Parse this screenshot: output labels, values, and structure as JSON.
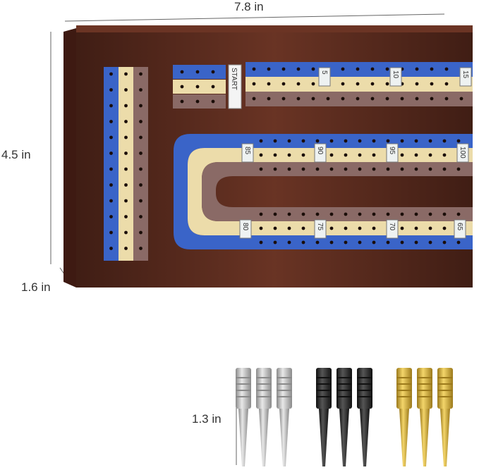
{
  "dimensions": {
    "width": "7.8 in",
    "height": "4.5 in",
    "depth": "1.6 in",
    "peg_height": "1.3 in"
  },
  "board": {
    "start_label": "START",
    "top_markers": [
      "5",
      "10",
      "15"
    ],
    "upper_loop_markers": [
      "85",
      "90",
      "95",
      "100"
    ],
    "lower_loop_markers": [
      "80",
      "75",
      "70",
      "65"
    ]
  },
  "colors": {
    "wood": "#5b2a1d",
    "track_blue": "#3a64c8",
    "track_cream": "#ecdcaa",
    "track_mauve": "#8a6a66"
  },
  "pegs": [
    {
      "color": "silver",
      "count": 3
    },
    {
      "color": "black",
      "count": 3
    },
    {
      "color": "gold",
      "count": 3
    }
  ]
}
